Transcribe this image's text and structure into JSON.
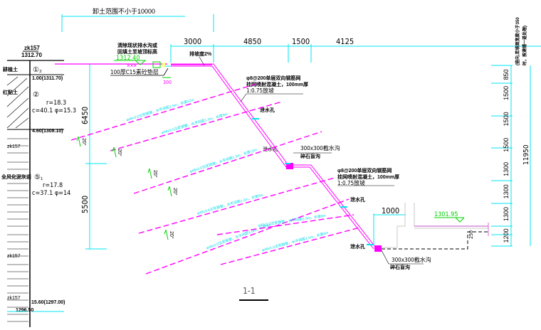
{
  "title": "1-1",
  "top_dims": {
    "overall_label": "卸土范围不小于10000",
    "segments": [
      "3000",
      "4850",
      "1500",
      "4125"
    ]
  },
  "borehole_top": {
    "id": "zk157",
    "elevation": "1312.70"
  },
  "layers": [
    {
      "name": "耕植土",
      "marker": "①₂",
      "depth_label": "1.00(1311.70)"
    },
    {
      "name": "红粘土",
      "marker": "②",
      "gamma": "r=18.3",
      "params": "c=40.1  φ=15.3",
      "depth_label": "4.60(1308.10)"
    },
    {
      "name": "全风化泥灰岩",
      "marker": "⑤₁",
      "gamma": "r=17.8",
      "params": "c=37.1  φ=14"
    }
  ],
  "borehole_markers": [
    "zk157",
    "zk157",
    "zk157"
  ],
  "bottom_depth_label": "15.60(1297.00)",
  "bottom_elev_label": "1296.50",
  "left_dims": [
    "6450",
    "5500"
  ],
  "top_notes": {
    "crest_note_line1": "清除现状排水沟或",
    "crest_note_line2": "回填土至坡顶标高",
    "crest_elev": "1312.40",
    "cushion": "100厚C15素砼垫层",
    "gap_300": "300",
    "slope_grade": "排坡度2%"
  },
  "upper_slope_note": [
    "φ8@200单层双向钢筋网",
    "挂网喷射混凝土，100mm厚",
    "1:0.75放坡"
  ],
  "lower_slope_note": [
    "φ8@200单层双向钢筋网",
    "挂网喷射混凝土，100mm厚",
    "1:0.75放坡"
  ],
  "drain_hole_label": "泄水孔",
  "ditch_label": [
    "300x300截水沟",
    "碎石盲沟"
  ],
  "ditch_label_bottom": [
    "300x300截水沟",
    "碎石盲沟"
  ],
  "anchor_angle": "20°",
  "anchors": [
    {
      "label": "φ48x3.0注浆钢管，水平间距1.5m，长度12m"
    },
    {
      "label": "φ48x3.0注浆钢管，水平间距1.5m，长度9m"
    },
    {
      "label": "φ48x3.0注浆钢管，水平间距1.5m，长度12m"
    },
    {
      "label": "φ48x3.0注浆钢管，水平间距1.5m，长度9m"
    },
    {
      "label": "φ48x3.0注浆钢管，水平间距1.5m，长度9m"
    },
    {
      "label": "φ48x3.0注浆钢管，水平间距1.5m，长度9m"
    },
    {
      "label": "φ48x3.0注浆钢管，水平间距1.5m，长度6m"
    }
  ],
  "bottom_notes": {
    "dim_1000": "1000",
    "floor_elev": "1301.95",
    "dim_250": "250"
  },
  "right_dims": {
    "segments": [
      "850",
      "1500",
      "1500",
      "1500",
      "1300",
      "1300",
      "1300",
      "1200"
    ],
    "total": "11950",
    "note": [
      "(竖向,若坡面宽度小于350",
      "时，按满铺一道处理)"
    ]
  },
  "colors": {
    "dim": "#00e5f0",
    "anchor": "#ff00ff",
    "elev": "#00d000"
  }
}
